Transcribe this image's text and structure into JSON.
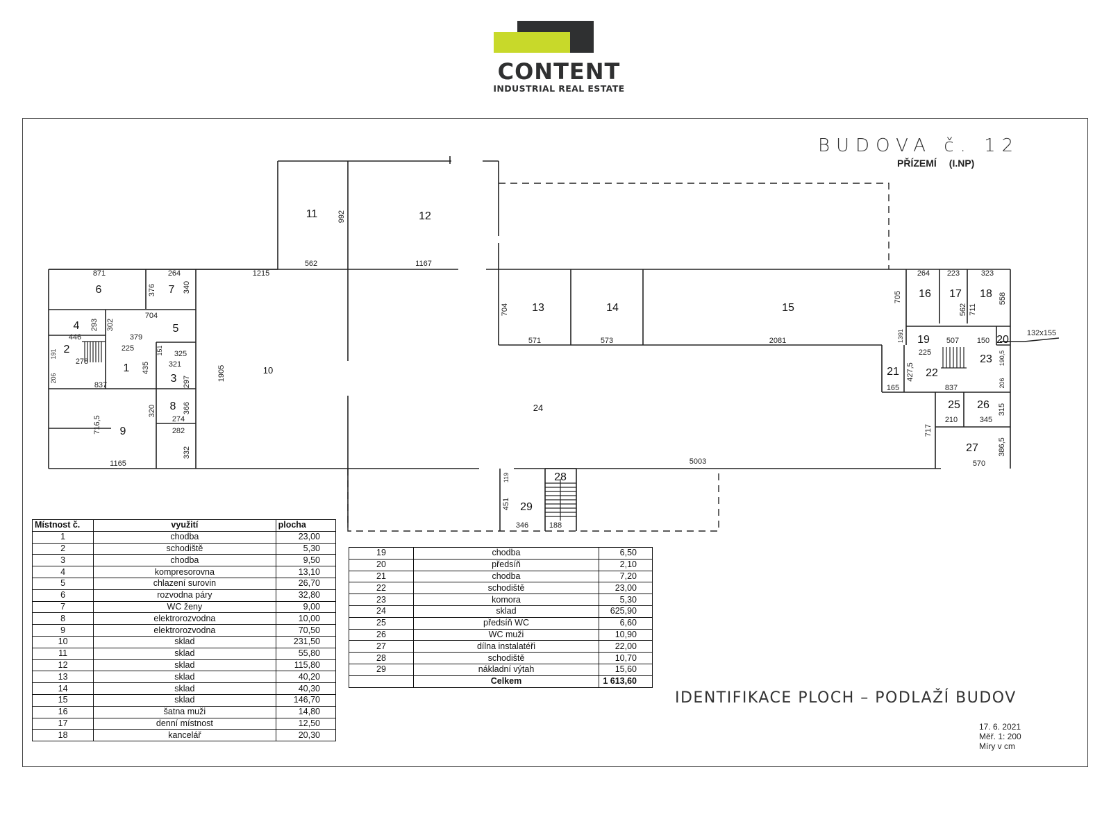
{
  "logo": {
    "name": "CONTENT",
    "tagline": "INDUSTRIAL REAL ESTATE",
    "colors": {
      "accent": "#c8d92a",
      "dark": "#2f3031"
    }
  },
  "title": {
    "building": "BUDOVA  č. 12",
    "floor": "PŘÍZEMÍ",
    "floor_code": "(I.NP)"
  },
  "subtitle": "IDENTIFIKACE PLOCH – PODLAŽÍ BUDOV",
  "meta": {
    "date": "17. 6. 2021",
    "scale": "Měř.  1: 200",
    "units": "Míry v cm"
  },
  "table_headers": {
    "room": "Místnost č.",
    "use": "využití",
    "area": "plocha"
  },
  "rooms_table_1": [
    {
      "no": "1",
      "use": "chodba",
      "area": "23,00"
    },
    {
      "no": "2",
      "use": "schodiště",
      "area": "5,30"
    },
    {
      "no": "3",
      "use": "chodba",
      "area": "9,50"
    },
    {
      "no": "4",
      "use": "kompresorovna",
      "area": "13,10"
    },
    {
      "no": "5",
      "use": "chlazení surovin",
      "area": "26,70"
    },
    {
      "no": "6",
      "use": "rozvodna páry",
      "area": "32,80"
    },
    {
      "no": "7",
      "use": "WC ženy",
      "area": "9,00"
    },
    {
      "no": "8",
      "use": "elektrorozvodna",
      "area": "10,00"
    },
    {
      "no": "9",
      "use": "elektrorozvodna",
      "area": "70,50"
    },
    {
      "no": "10",
      "use": "sklad",
      "area": "231,50"
    },
    {
      "no": "11",
      "use": "sklad",
      "area": "55,80"
    },
    {
      "no": "12",
      "use": "sklad",
      "area": "115,80"
    },
    {
      "no": "13",
      "use": "sklad",
      "area": "40,20"
    },
    {
      "no": "14",
      "use": "sklad",
      "area": "40,30"
    },
    {
      "no": "15",
      "use": "sklad",
      "area": "146,70"
    },
    {
      "no": "16",
      "use": "šatna muži",
      "area": "14,80"
    },
    {
      "no": "17",
      "use": "denní místnost",
      "area": "12,50"
    },
    {
      "no": "18",
      "use": "kancelář",
      "area": "20,30"
    }
  ],
  "rooms_table_2": [
    {
      "no": "19",
      "use": "chodba",
      "area": "6,50"
    },
    {
      "no": "20",
      "use": "předsíň",
      "area": "2,10"
    },
    {
      "no": "21",
      "use": "chodba",
      "area": "7,20"
    },
    {
      "no": "22",
      "use": "schodiště",
      "area": "23,00"
    },
    {
      "no": "23",
      "use": "komora",
      "area": "5,30"
    },
    {
      "no": "24",
      "use": "sklad",
      "area": "625,90"
    },
    {
      "no": "25",
      "use": "předsíň WC",
      "area": "6,60"
    },
    {
      "no": "26",
      "use": "WC muži",
      "area": "10,90"
    },
    {
      "no": "27",
      "use": "dílna instalatéři",
      "area": "22,00"
    },
    {
      "no": "28",
      "use": "schodiště",
      "area": "10,70"
    },
    {
      "no": "29",
      "use": "nákladní výtah",
      "area": "15,60"
    }
  ],
  "total": {
    "label": "Celkem",
    "area": "1 613,60"
  },
  "plan": {
    "room_labels": [
      "1",
      "2",
      "3",
      "4",
      "5",
      "6",
      "7",
      "8",
      "9",
      "10",
      "11",
      "12",
      "13",
      "14",
      "15",
      "16",
      "17",
      "18",
      "19",
      "20",
      "21",
      "22",
      "23",
      "24",
      "25",
      "26",
      "27",
      "28",
      "29"
    ],
    "dimensions": [
      "871",
      "264",
      "376",
      "340",
      "1215",
      "562",
      "1167",
      "704",
      "293",
      "302",
      "446",
      "379",
      "225",
      "151",
      "325",
      "278",
      "191",
      "206",
      "435",
      "321",
      "837",
      "297",
      "320",
      "366",
      "274",
      "282",
      "716,5",
      "1165",
      "332",
      "1905",
      "992",
      "704",
      "571",
      "573",
      "2081",
      "705",
      "264",
      "223",
      "323",
      "562",
      "711",
      "558",
      "1391",
      "507",
      "150",
      "132x155",
      "225",
      "427,5",
      "190,5",
      "165",
      "206",
      "837",
      "717",
      "210",
      "345",
      "315",
      "386,5",
      "570",
      "5003",
      "119",
      "451",
      "346",
      "188"
    ]
  }
}
